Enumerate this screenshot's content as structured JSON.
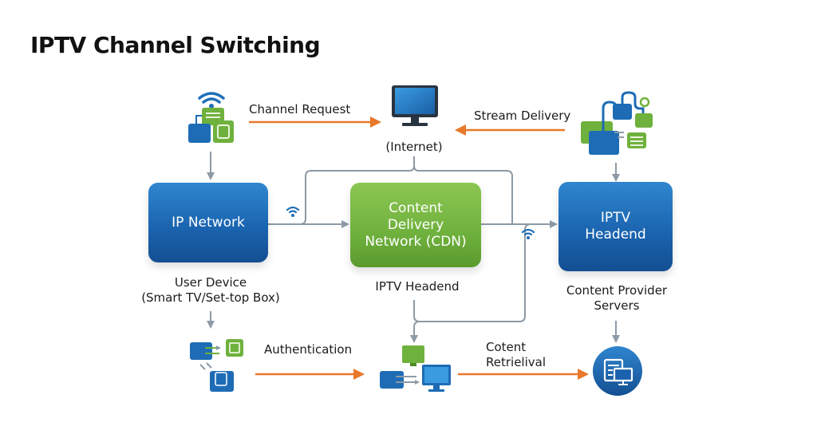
{
  "title": "IPTV Channel Switching",
  "colors": {
    "primary_blue": "#1a62ad",
    "accent_green": "#6fb13d",
    "arrow_orange": "#e8782a",
    "connector_gray": "#8d9aa6"
  },
  "nodes": {
    "ip_network": {
      "label": "IP Network",
      "caption_line1": "User Device",
      "caption_line2": "(Smart TV/Set-top Box)"
    },
    "cdn": {
      "label_line1": "Content",
      "label_line2": "Delivery",
      "label_line3": "Network (CDN)",
      "caption": "IPTV Headend"
    },
    "iptv_headend": {
      "label_line1": "IPTV",
      "label_line2": "Headend",
      "caption_line1": "Content Provider",
      "caption_line2": "Servers"
    },
    "internet": {
      "caption": "(Internet)"
    }
  },
  "edges": {
    "channel_request": "Channel Request",
    "stream_delivery": "Stream Delivery",
    "authentication": "Authentication",
    "content_retrieval_line1": "Cotent",
    "content_retrieval_line2": "Retrielival"
  },
  "icons": {
    "top_left": "wifi-user-device-icon",
    "top_center": "tv-monitor-icon",
    "top_right": "content-network-icon",
    "bottom_left": "authentication-devices-icon",
    "bottom_center": "server-monitor-icon",
    "bottom_right": "content-server-circle-icon",
    "wifi_left": "wifi-icon",
    "wifi_right": "wifi-icon"
  }
}
